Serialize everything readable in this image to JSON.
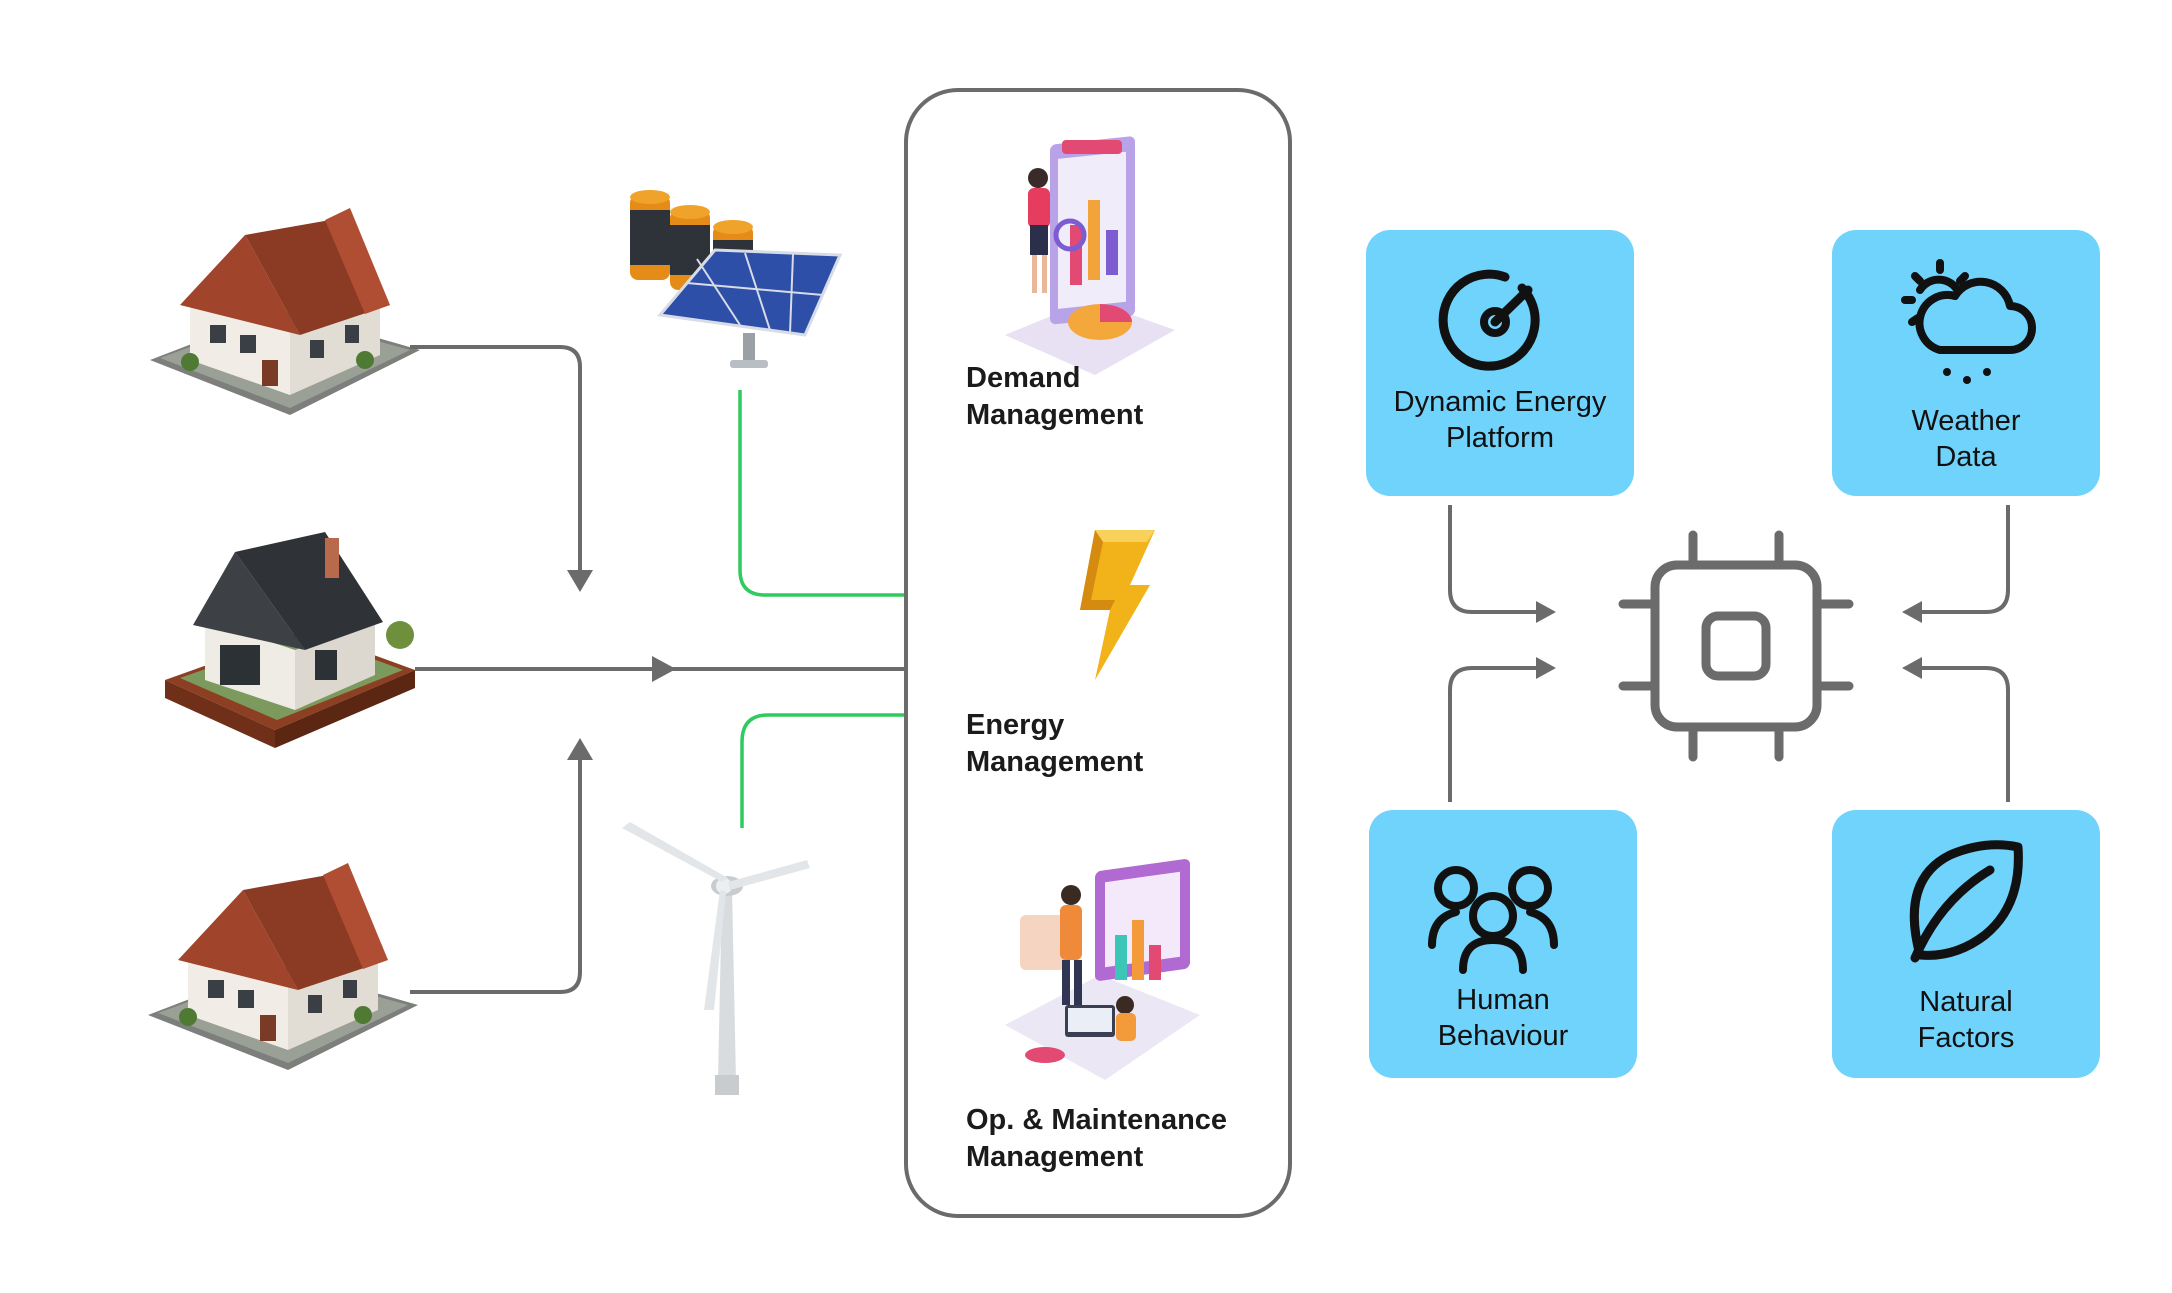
{
  "center_panel": {
    "items": [
      {
        "line1": "Demand",
        "line2": "Management",
        "icon": "analytics-presentation-illustration"
      },
      {
        "line1": "Energy",
        "line2": "Management",
        "icon": "lightning-bolt-icon"
      },
      {
        "line1": "Op. & Maintenance",
        "line2": "Management",
        "icon": "maintenance-team-illustration"
      }
    ]
  },
  "sources": {
    "houses": [
      "house-icon",
      "modern-house-icon",
      "house-icon"
    ],
    "renewables": [
      "solar-panel-battery-icon",
      "wind-turbine-icon"
    ]
  },
  "inputs": {
    "dynamic_energy": {
      "line1": "Dynamic Energy",
      "line2": "Platform",
      "icon": "gauge-icon"
    },
    "weather": {
      "line1": "Weather",
      "line2": "Data",
      "icon": "weather-cloud-icon"
    },
    "human": {
      "line1": "Human",
      "line2": "Behaviour",
      "icon": "people-group-icon"
    },
    "natural": {
      "line1": "Natural",
      "line2": "Factors",
      "icon": "leaf-icon"
    },
    "processor_icon": "chip-icon"
  },
  "colors": {
    "box_fill": "#6fd3fb",
    "connector_gray": "#6b6b6b",
    "green_line": "#2fcb5f",
    "panel_border": "#6b6b6b"
  }
}
